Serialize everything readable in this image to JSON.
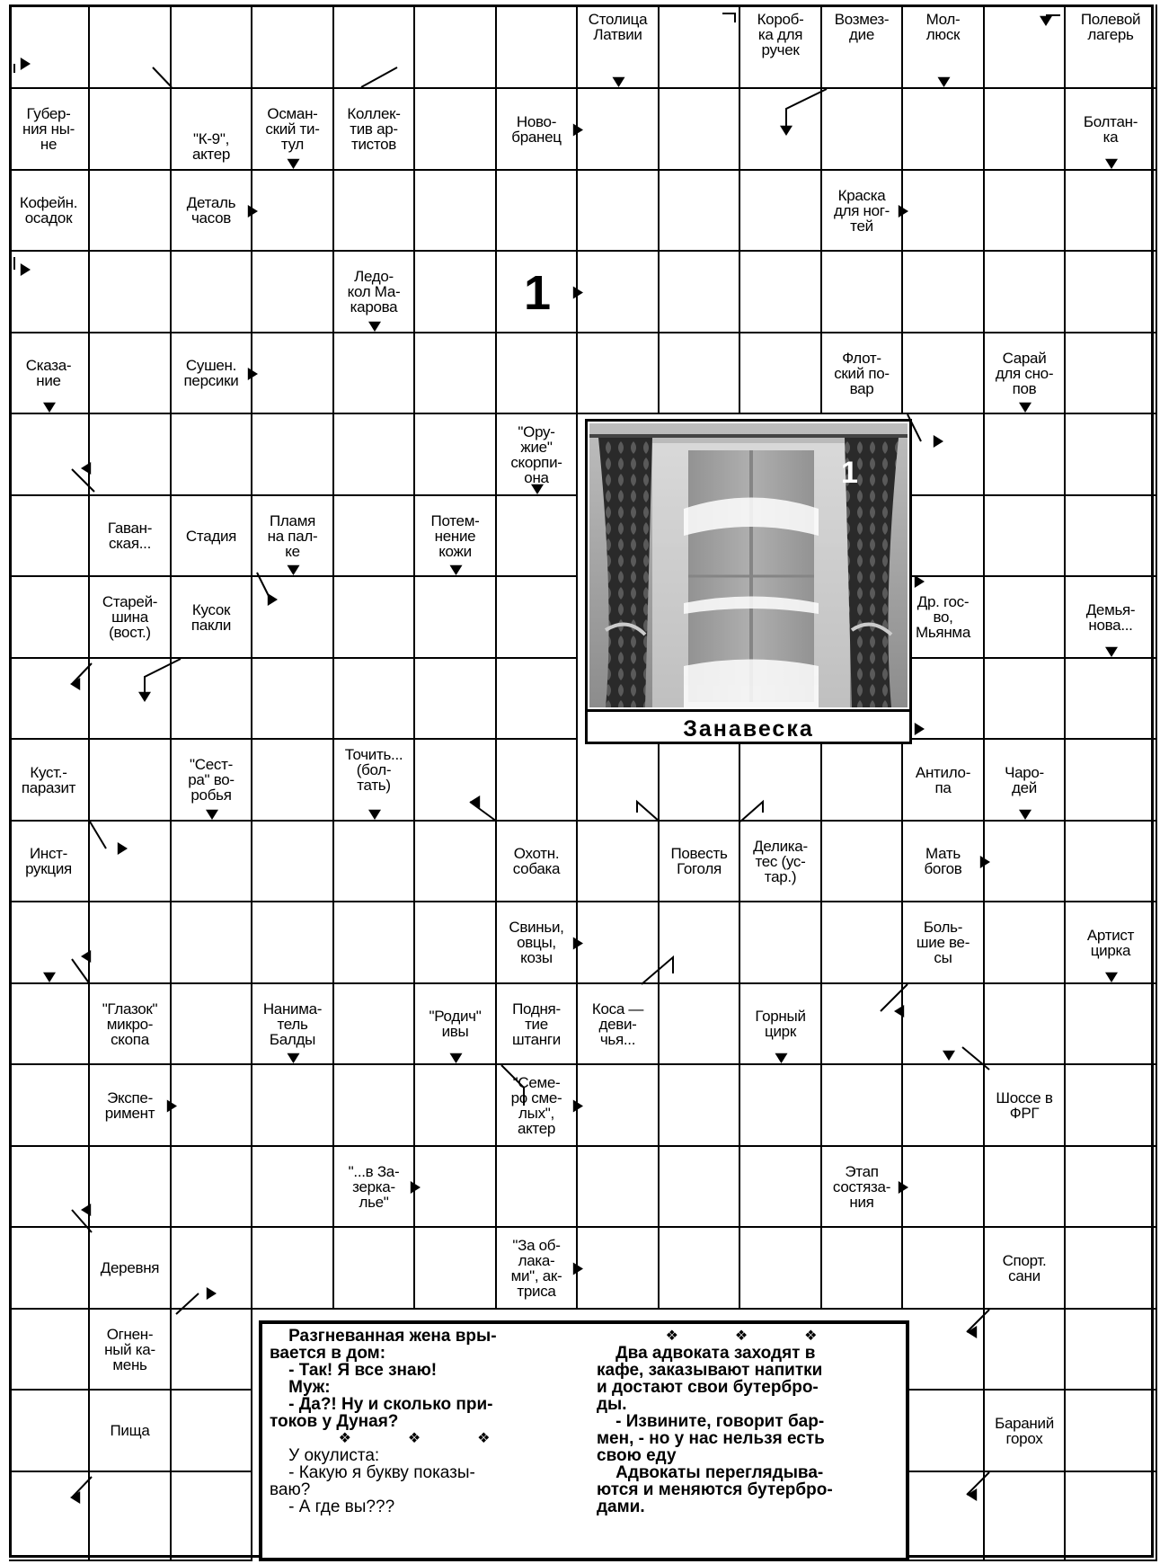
{
  "clues": [
    {
      "id": "stolitsa-latvii",
      "text": "Столица\nЛатвии"
    },
    {
      "id": "korobka",
      "text": "Короб-\nка для\nручек"
    },
    {
      "id": "vozmezdie",
      "text": "Возмез-\nдие"
    },
    {
      "id": "mollyusk",
      "text": "Мол-\nлюск"
    },
    {
      "id": "polevoy-lager",
      "text": "Полевой\nлагерь"
    },
    {
      "id": "guberniya",
      "text": "Губер-\nния ны-\nне"
    },
    {
      "id": "k9-akter",
      "text": "\"К-9\",\nактер"
    },
    {
      "id": "osmanskiy-titul",
      "text": "Осман-\nский ти-\nтул"
    },
    {
      "id": "kollektiv-artistov",
      "text": "Коллек-\nтив ар-\nтистов"
    },
    {
      "id": "novobranets",
      "text": "Ново-\nбранец"
    },
    {
      "id": "boltanka",
      "text": "Болтан-\nка"
    },
    {
      "id": "kofeyn-osadok",
      "text": "Кофейн.\nосадок"
    },
    {
      "id": "detal-chasov",
      "text": "Деталь\nчасов"
    },
    {
      "id": "kraska-dlya-nogtey",
      "text": "Краска\nдля ног-\nтей"
    },
    {
      "id": "ledokol",
      "text": "Ледо-\nкол Ма-\nкарова"
    },
    {
      "id": "skazanie",
      "text": "Сказа-\nние"
    },
    {
      "id": "sushen-persiki",
      "text": "Сушен.\nперсики"
    },
    {
      "id": "flotskiy-povar",
      "text": "Флот-\nский по-\nвар"
    },
    {
      "id": "saray-dlya-snopov",
      "text": "Сарай\nдля сно-\nпов"
    },
    {
      "id": "oruzhie-skorpiona",
      "text": "\"Ору-\nжие\"\nскорпи-\nона"
    },
    {
      "id": "gavanskaya",
      "text": "Гаван-\nская..."
    },
    {
      "id": "stadiya",
      "text": "Стадия"
    },
    {
      "id": "plamya-na-palke",
      "text": "Пламя\nна пал-\nке"
    },
    {
      "id": "potemnenie-kozhi",
      "text": "Потем-\nнение\nкожи"
    },
    {
      "id": "stareyshina",
      "text": "Старей-\nшина\n(вост.)"
    },
    {
      "id": "kusok-pakli",
      "text": "Кусок\nпакли"
    },
    {
      "id": "dr-gosvo-myanma",
      "text": "Др. гос-\nво,\nМьянма"
    },
    {
      "id": "demyanova",
      "text": "Демья-\nнова..."
    },
    {
      "id": "kust-parazit",
      "text": "Куст.-\nпаразит"
    },
    {
      "id": "sestra-vorobya",
      "text": "\"Сест-\nра\" во-\nробья"
    },
    {
      "id": "tochit-boltat",
      "text": "Точить...\n(бол-\nтать)"
    },
    {
      "id": "antilopa",
      "text": "Антило-\nпа"
    },
    {
      "id": "charodey",
      "text": "Чаро-\nдей"
    },
    {
      "id": "instruktsiya",
      "text": "Инст-\nрукция"
    },
    {
      "id": "okhotn-sobaka",
      "text": "Охотн.\nсобака"
    },
    {
      "id": "povest-gogolya",
      "text": "Повесть\nГоголя"
    },
    {
      "id": "delikates",
      "text": "Делика-\nтес (ус-\nтар.)"
    },
    {
      "id": "mat-bogov",
      "text": "Мать\nбогов"
    },
    {
      "id": "svini-ovtsy",
      "text": "Свиньи,\nовцы,\nкозы"
    },
    {
      "id": "bolshie-vesy",
      "text": "Боль-\nшие ве-\nсы"
    },
    {
      "id": "artist-tsirka",
      "text": "Артист\nцирка"
    },
    {
      "id": "glazok-mikroskopa",
      "text": "\"Глазок\"\nмикро-\nскопа"
    },
    {
      "id": "nanimatel-baldy",
      "text": "Нанима-\nтель\nБалды"
    },
    {
      "id": "rodich-ivy",
      "text": "\"Родич\"\nивы"
    },
    {
      "id": "podnyatie-shtangi",
      "text": "Подня-\nтие\nштанги"
    },
    {
      "id": "kosa-devichya",
      "text": "Коса —\nдеви-\nчья..."
    },
    {
      "id": "gornyy-tsirk",
      "text": "Горный\nцирк"
    },
    {
      "id": "eksperiment",
      "text": "Экспе-\nримент"
    },
    {
      "id": "semero-smelykh",
      "text": "\"Семе-\nро сме-\nлых\",\nактер"
    },
    {
      "id": "shosse-v-frg",
      "text": "Шоссе в\nФРГ"
    },
    {
      "id": "v-zazerkale",
      "text": "\"...в За-\nзерка-\nлье\""
    },
    {
      "id": "etap-sostyazaniya",
      "text": "Этап\nсостяза-\nния"
    },
    {
      "id": "derevnya",
      "text": "Деревня"
    },
    {
      "id": "za-oblakami",
      "text": "\"За об-\nлака-\nми\", ак-\nтриса"
    },
    {
      "id": "sport-sani",
      "text": "Спорт.\nсани"
    },
    {
      "id": "ognennyy-kamen",
      "text": "Огнен-\nный ка-\nмень"
    },
    {
      "id": "pishcha",
      "text": "Пища"
    },
    {
      "id": "baraniy-gorokh",
      "text": "Бараний\nгорох"
    }
  ],
  "marker_number": "1",
  "photo": {
    "caption": "Занавеска",
    "marker": "1"
  },
  "jokes": {
    "left": [
      {
        "text": "    Разгневанная жена вры-",
        "bold": true
      },
      {
        "text": "вается в дом:",
        "bold": true
      },
      {
        "text": "    - Так! Я все знаю!",
        "bold": true
      },
      {
        "text": "    Муж:",
        "bold": true
      },
      {
        "text": "    - Да?! Ну и сколько при-",
        "bold": true
      },
      {
        "text": "токов у Дуная?",
        "bold": true
      },
      {
        "text": "❖  ❖  ❖",
        "divider": true
      },
      {
        "text": "    У окулиста:",
        "bold": false
      },
      {
        "text": "    - Какую я букву показы-",
        "bold": false
      },
      {
        "text": "ваю?",
        "bold": false
      },
      {
        "text": "    - А где вы???",
        "bold": false
      }
    ],
    "right": [
      {
        "text": "❖  ❖  ❖",
        "divider": true
      },
      {
        "text": "    Два адвоката заходят в",
        "bold": true
      },
      {
        "text": "кафе, заказывают напитки",
        "bold": true
      },
      {
        "text": "и достают свои бутербро-",
        "bold": true
      },
      {
        "text": "ды.",
        "bold": true
      },
      {
        "text": "    - Извините, говорит бар-",
        "bold": true
      },
      {
        "text": "мен, - но у нас нельзя есть",
        "bold": true
      },
      {
        "text": "свою еду",
        "bold": true
      },
      {
        "text": "    Адвокаты переглядыва-",
        "bold": true
      },
      {
        "text": "ются и меняются бутербро-",
        "bold": true
      },
      {
        "text": "дами.",
        "bold": true
      }
    ]
  }
}
